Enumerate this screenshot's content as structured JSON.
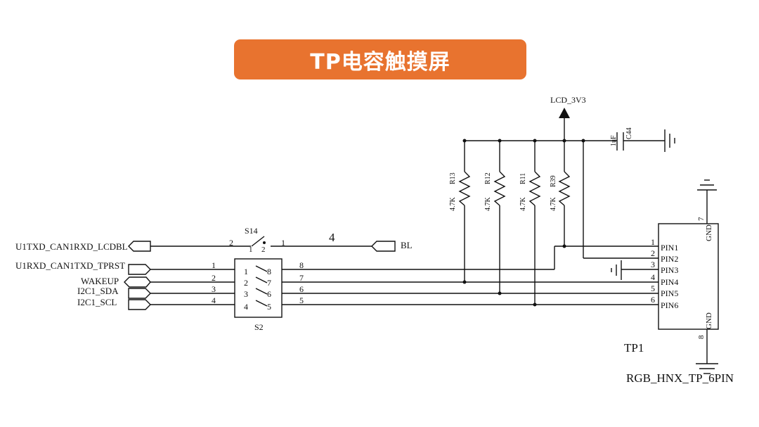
{
  "title": "TP电容触摸屏",
  "power": {
    "net": "LCD_3V3"
  },
  "capacitor": {
    "ref": "C44",
    "value": "1uF"
  },
  "resistors": [
    {
      "ref": "R13",
      "value": "4.7K"
    },
    {
      "ref": "R12",
      "value": "4.7K"
    },
    {
      "ref": "R11",
      "value": "4.7K"
    },
    {
      "ref": "R39",
      "value": "4.7K"
    }
  ],
  "nets": {
    "lcdbl": "U1TXD_CAN1RXD_LCDBL",
    "tprst": "U1RXD_CAN1TXD_TPRST",
    "wakeup": "WAKEUP",
    "sda": "I2C1_SDA",
    "scl": "I2C1_SCL",
    "bl": "BL"
  },
  "switch_s14": {
    "ref": "S14",
    "pin_left": "2",
    "pin_right": "1",
    "inner_left": "1",
    "inner_right": "2",
    "note": "4"
  },
  "switch_s2": {
    "ref": "S2",
    "left_pins": [
      "1",
      "2",
      "3",
      "4"
    ],
    "inner_left": [
      "1",
      "2",
      "3",
      "4"
    ],
    "inner_right": [
      "8",
      "7",
      "6",
      "5"
    ],
    "right_pins": [
      "8",
      "7",
      "6",
      "5"
    ]
  },
  "connector": {
    "ref": "TP1",
    "part": "RGB_HNX_TP_6PIN",
    "pins": [
      "PIN1",
      "PIN2",
      "PIN3",
      "PIN4",
      "PIN5",
      "PIN6"
    ],
    "pin_numbers": [
      "1",
      "2",
      "3",
      "4",
      "5",
      "6"
    ],
    "gnd_top": {
      "label": "GND",
      "num": "7"
    },
    "gnd_bottom": {
      "label": "GND",
      "num": "8"
    }
  }
}
